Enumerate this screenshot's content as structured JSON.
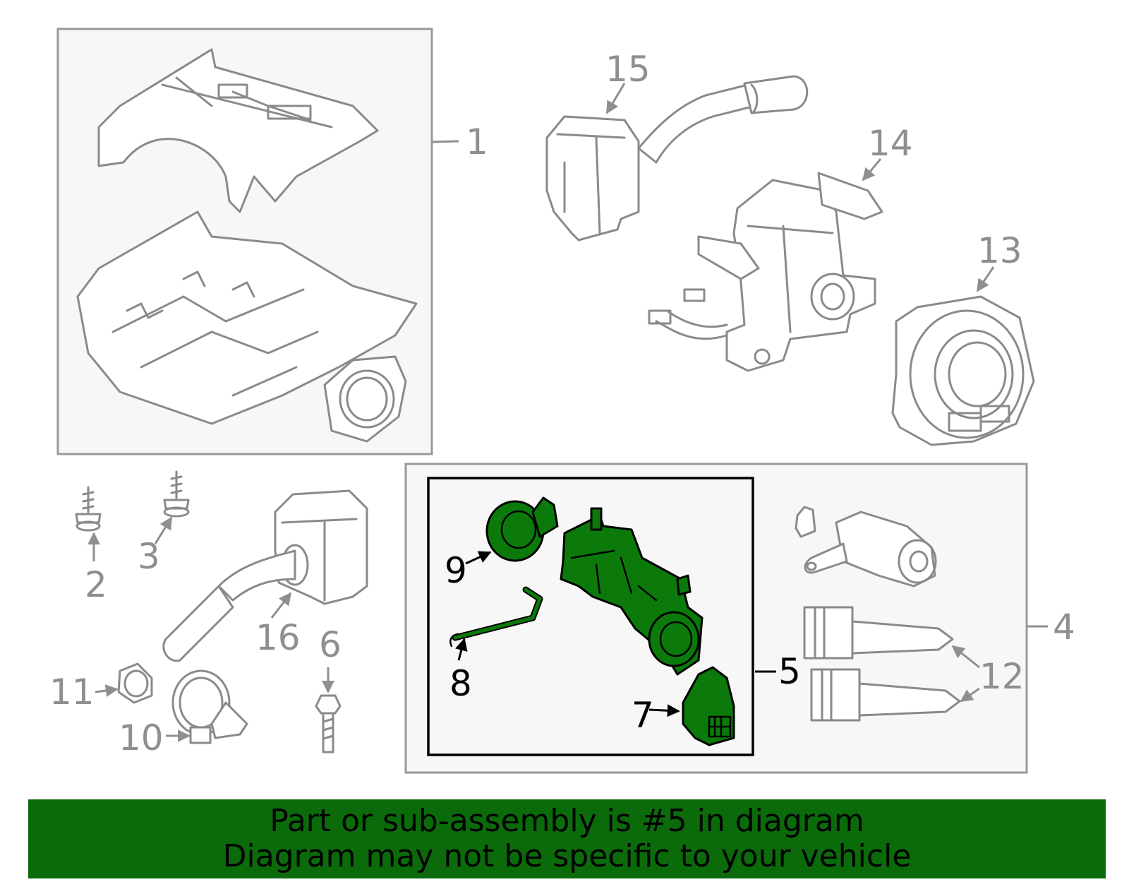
{
  "callouts": {
    "c1": "1",
    "c2": "2",
    "c3": "3",
    "c4": "4",
    "c5": "5",
    "c6": "6",
    "c7": "7",
    "c8": "8",
    "c9": "9",
    "c10": "10",
    "c11": "11",
    "c12": "12",
    "c13": "13",
    "c14": "14",
    "c15": "15",
    "c16": "16"
  },
  "banner": {
    "line1": "Part or sub-assembly is #5 in diagram",
    "line2": "Diagram may not be specific to your vehicle"
  },
  "colors": {
    "highlight_part": "#0b7a0b",
    "banner_bg": "#0b6b0b",
    "callout_grey": "#8f8f8f",
    "panel_bg": "#f7f7f7"
  }
}
